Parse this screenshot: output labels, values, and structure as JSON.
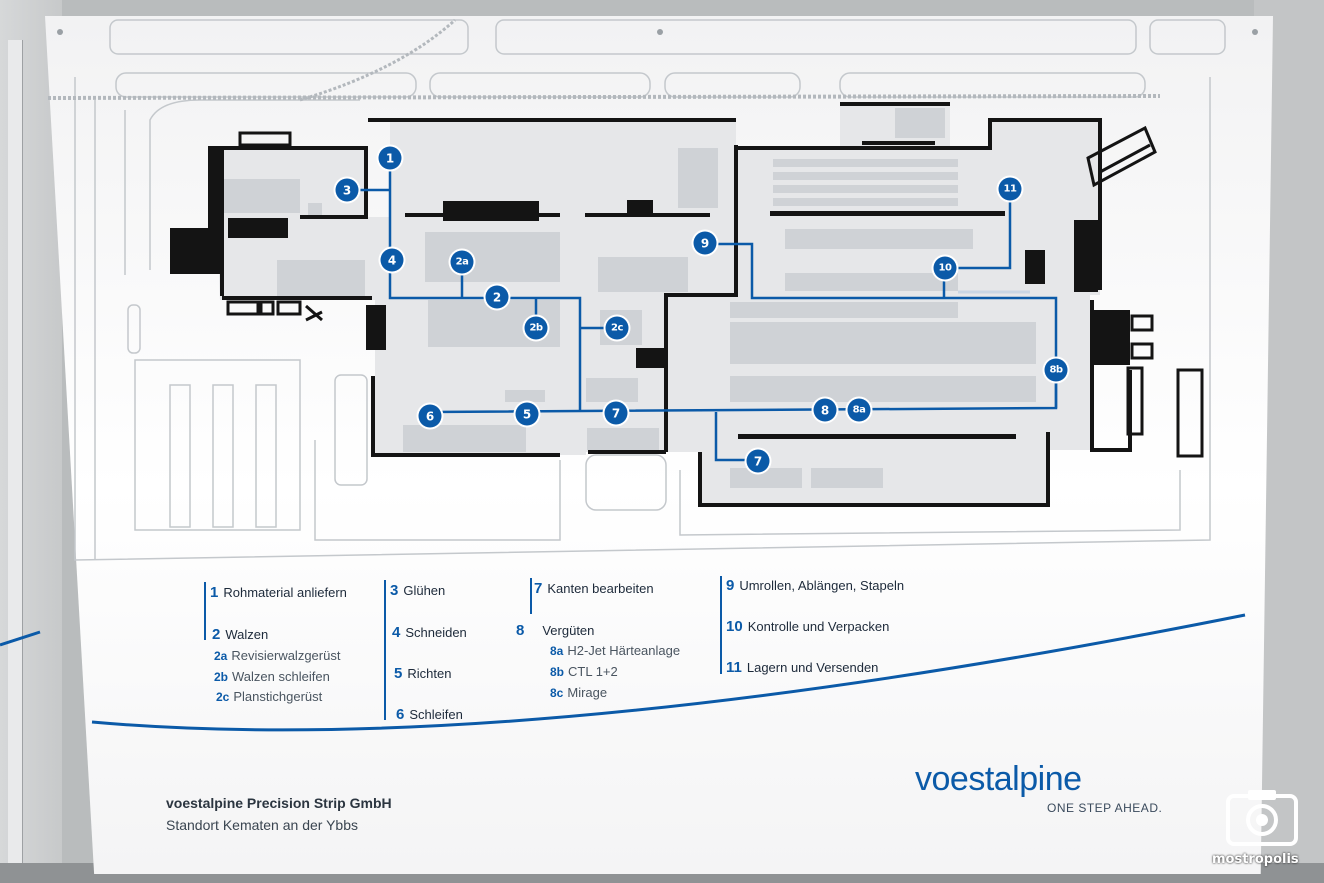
{
  "nodes": [
    {
      "id": "1",
      "label": "1"
    },
    {
      "id": "3",
      "label": "3"
    },
    {
      "id": "4",
      "label": "4"
    },
    {
      "id": "2",
      "label": "2"
    },
    {
      "id": "2a",
      "label": "2a"
    },
    {
      "id": "2b",
      "label": "2b"
    },
    {
      "id": "2c",
      "label": "2c"
    },
    {
      "id": "5",
      "label": "5"
    },
    {
      "id": "6",
      "label": "6"
    },
    {
      "id": "7a",
      "label": "7"
    },
    {
      "id": "7b",
      "label": "7"
    },
    {
      "id": "8",
      "label": "8"
    },
    {
      "id": "8a",
      "label": "8a"
    },
    {
      "id": "8b",
      "label": "8b"
    },
    {
      "id": "9",
      "label": "9"
    },
    {
      "id": "10",
      "label": "10"
    },
    {
      "id": "11",
      "label": "11"
    }
  ],
  "legend": {
    "col1": [
      {
        "num": "1",
        "text": "Rohmaterial anliefern"
      },
      {
        "num": "2",
        "text": "Walzen"
      },
      {
        "num": "2a",
        "text": "Revisierwalzgerüst",
        "sub": true
      },
      {
        "num": "2b",
        "text": "Walzen schleifen",
        "sub": true
      },
      {
        "num": "2c",
        "text": "Planstichgerüst",
        "sub": true
      }
    ],
    "col2": [
      {
        "num": "3",
        "text": "Glühen"
      },
      {
        "num": "4",
        "text": "Schneiden"
      },
      {
        "num": "5",
        "text": "Richten"
      },
      {
        "num": "6",
        "text": "Schleifen"
      }
    ],
    "col3": [
      {
        "num": "7",
        "text": "Kanten bearbeiten"
      },
      {
        "num": "8",
        "text": "Vergüten"
      },
      {
        "num": "8a",
        "text": "H2-Jet Härteanlage",
        "sub": true
      },
      {
        "num": "8b",
        "text": "CTL 1+2",
        "sub": true
      },
      {
        "num": "8c",
        "text": "Mirage",
        "sub": true
      }
    ],
    "col4": [
      {
        "num": "9",
        "text": "Umrollen, Ablängen, Stapeln"
      },
      {
        "num": "10",
        "text": "Kontrolle und Verpacken"
      },
      {
        "num": "11",
        "text": "Lagern und Versenden"
      }
    ]
  },
  "company": "voestalpine Precision Strip GmbH",
  "site": "Standort Kematen an der Ybbs",
  "brand": "voestalpine",
  "tagline": "ONE STEP AHEAD.",
  "watermark": "mostropolis",
  "colors": {
    "accent": "#0b5aa8",
    "wall": "#111111",
    "machine": "#cfd2d6"
  }
}
